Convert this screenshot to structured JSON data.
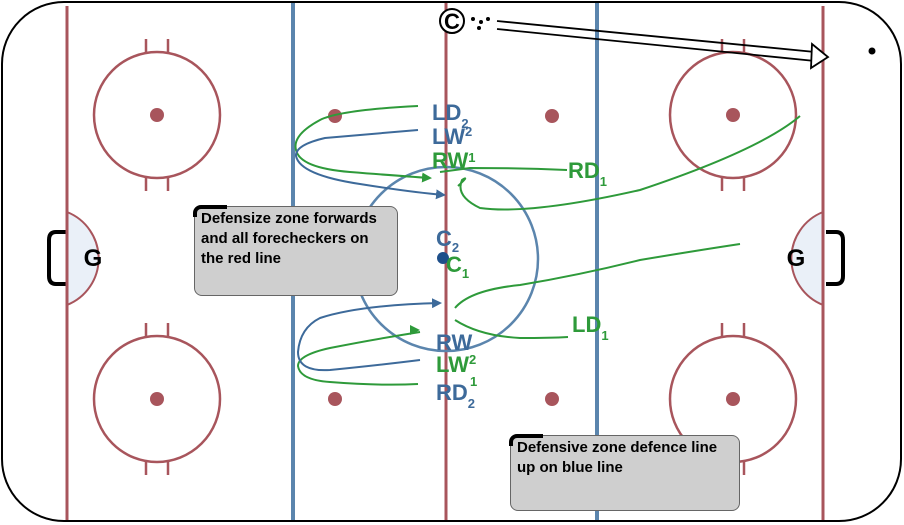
{
  "colors": {
    "red_line": "#a8555c",
    "blue_line": "#5b85ad",
    "team_blue": "#3d6a9a",
    "team_green": "#2e9a3a",
    "note_bg": "#cfcfcf"
  },
  "goalies": {
    "left": "G",
    "right": "G"
  },
  "coach_marker": "C",
  "players": {
    "ld2": {
      "base": "LD",
      "sub": "2"
    },
    "lw2_top": {
      "base": "LW",
      "sub": "2"
    },
    "rw1": {
      "base": "RW",
      "sub": "1"
    },
    "rd1": {
      "base": "RD",
      "sub": "1"
    },
    "c2": {
      "base": "C",
      "sub": "2"
    },
    "c1": {
      "base": "C",
      "sub": "1"
    },
    "ld1": {
      "base": "LD",
      "sub": "1"
    },
    "rw_bottom": {
      "base": "RW",
      "sub": ""
    },
    "lw2_bottom": {
      "base": "LW",
      "sub": "2"
    },
    "lw1": {
      "base": "LW",
      "sub": "1"
    },
    "rd2": {
      "base": "RD",
      "sub": "2"
    }
  },
  "notes": {
    "forwards": "Defensize zone forwards and all forecheckers on the red line",
    "defence": "Defensive zone defence line up on blue line"
  }
}
